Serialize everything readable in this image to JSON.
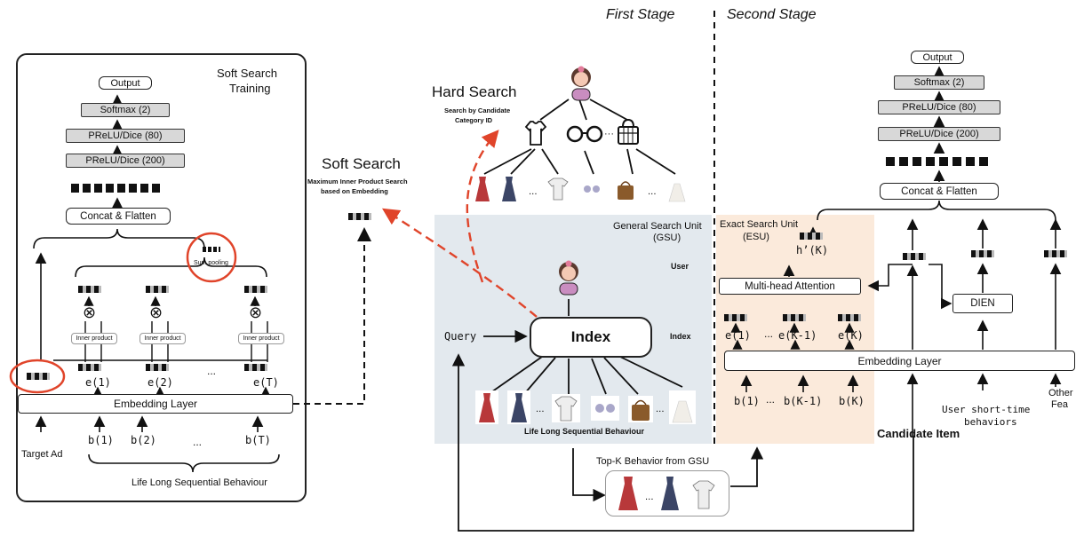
{
  "stages": {
    "first": "First Stage",
    "second": "Second Stage"
  },
  "left": {
    "title_line1": "Soft Search",
    "title_line2": "Training",
    "output": "Output",
    "softmax": "Softmax (2)",
    "prelu80": "PReLU/Dice (80)",
    "prelu200": "PReLU/Dice (200)",
    "concat": "Concat & Flatten",
    "sum_pooling": "Sum pooling",
    "inner_product": "Inner product",
    "embedding": "Embedding Layer",
    "e1": "e(1)",
    "e2": "e(2)",
    "dots": "...",
    "eT": "e(T)",
    "b1": "b(1)",
    "b2": "b(2)",
    "bT": "b(T)",
    "target_ad": "Target Ad",
    "lifelong": "Life Long Sequential Behaviour"
  },
  "soft_search": {
    "title": "Soft Search",
    "sub_line1": "Maximum Inner Product Search",
    "sub_line2": "based on Embedding"
  },
  "hard_search": {
    "title": "Hard Search",
    "sub_line1": "Search by Candidate",
    "sub_line2": "Category ID"
  },
  "gsu": {
    "title_line1": "General Search Unit",
    "title_line2": "(GSU)",
    "user": "User",
    "index_side": "Index",
    "index_box": "Index",
    "query": "Query",
    "lifelong": "Life Long Sequential Behaviour"
  },
  "esu": {
    "title_line1": "Exact Search Unit",
    "title_line2": "(ESU)",
    "hK": "h’(K)",
    "mha": "Multi-head Attention",
    "e1": "e(1)",
    "dots": "...",
    "eK1": "e(K-1)",
    "eK": "e(K)",
    "b1": "b(1)",
    "bK1": "b(K-1)",
    "bK": "b(K)"
  },
  "right": {
    "output": "Output",
    "softmax": "Softmax (2)",
    "prelu80": "PReLU/Dice (80)",
    "prelu200": "PReLU/Dice (200)",
    "concat": "Concat & Flatten",
    "dien": "DIEN",
    "embedding": "Embedding Layer",
    "candidate": "Candidate Item",
    "short_line1": "User short-time",
    "short_line2": "behaviors",
    "other_line1": "Other",
    "other_line2": "Fea"
  },
  "topk": {
    "title": "Top-K Behavior from GSU",
    "dots": "..."
  },
  "colors": {
    "accent": "#e0442a",
    "gsu_bg": "#e3e9ee",
    "esu_bg": "#fbeadb",
    "dress": "#b8383a"
  },
  "icons": [
    "user-avatar-icon",
    "tshirt-icon",
    "glasses-icon",
    "handbag-icon",
    "dress-icon",
    "shirt-icon"
  ]
}
